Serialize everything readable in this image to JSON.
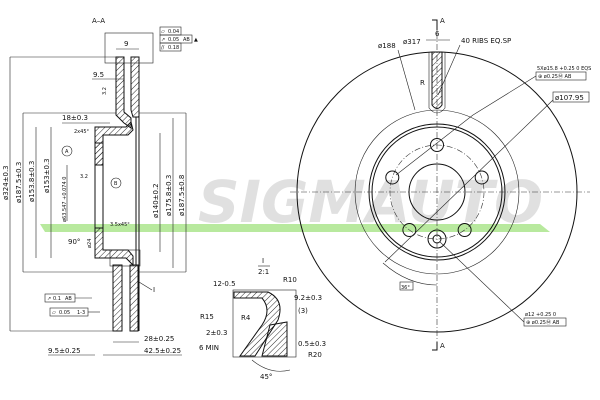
{
  "watermark": {
    "text": "SIGMAUTO",
    "color": "#cfcfcf",
    "accent": "#9be07a"
  },
  "section": {
    "title": "A–A",
    "top_width": "9",
    "wall": "9.5",
    "hub_depth": "18±0.3",
    "chamfer_top": "2x45°",
    "chamfer_bottom": "3.5x45°",
    "angle": "90°",
    "bore_small": "ø24",
    "datum_a": "A",
    "datum_b": "B",
    "roughness_1": "3.2",
    "roughness_2": "3.2",
    "detail_marker": "I",
    "diameters_left": [
      "ø324±0.3",
      "ø187.5±0.3",
      "ø153.8±0.3",
      "ø153±0.3",
      "ø63.547 +0.074 0"
    ],
    "diameters_right": [
      "ø140±0.2",
      "ø175.8±0.3",
      "ø187.5±0.8"
    ],
    "bottom_dims": [
      "28±0.25",
      "9.5±0.25",
      "42.5±0.25"
    ],
    "tolerance_top": [
      {
        "symbol": "▱",
        "value": "0.04",
        "datum": ""
      },
      {
        "symbol": "↗",
        "value": "0.05",
        "datum": "AB"
      },
      {
        "symbol": "//",
        "value": "0.18",
        "datum": ""
      }
    ],
    "tolerance_bottom": [
      {
        "symbol": "↗",
        "value": "0.1",
        "datum": "AB"
      },
      {
        "symbol": "▱",
        "value": "0.05",
        "datum": "1-3"
      }
    ]
  },
  "detail": {
    "title": "I",
    "scale": "2:1",
    "labels": [
      "12-0.5",
      "R10",
      "9.2±0.3",
      "(3)",
      "R4",
      "R15",
      "2±0.3",
      "0.5±0.3",
      "6 MIN",
      "R20",
      "45°"
    ]
  },
  "front": {
    "section_mark": "A",
    "rib_width": "6",
    "d188": "ø188",
    "d317": "ø317",
    "ribs": "40 RIBS EQ.SP",
    "radius": "R",
    "holes": "5Xø15.8 +0.25 0 EQS",
    "holes_tol": "⊕ ø0.25Ⓜ AB",
    "pcd": "ø107.95",
    "angle": "36°",
    "pin": "ø12 +0.25 0",
    "pin_tol": "⊕ ø0.25Ⓜ AB"
  }
}
